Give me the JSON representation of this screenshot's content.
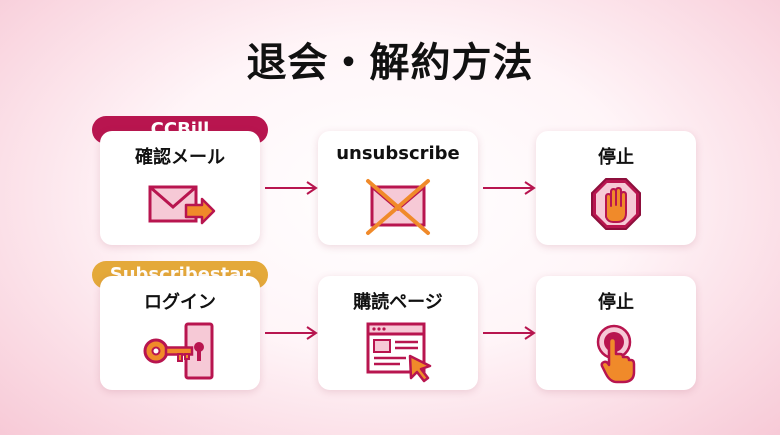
{
  "title": "退会・解約方法",
  "colors": {
    "accent": "#b8154f",
    "accent_light": "#f6c9d6",
    "gold": "#e4a93a",
    "orange": "#f08a2a"
  },
  "rows": [
    {
      "badge": "CCBill",
      "steps": [
        {
          "label": "確認メール",
          "icon": "mail-send-icon"
        },
        {
          "label": "unsubscribe",
          "icon": "mail-cross-icon"
        },
        {
          "label": "停止",
          "icon": "stop-hand-icon"
        }
      ]
    },
    {
      "badge": "Subscribestar",
      "steps": [
        {
          "label": "ログイン",
          "icon": "key-lock-icon"
        },
        {
          "label": "購読ページ",
          "icon": "browser-cursor-icon"
        },
        {
          "label": "停止",
          "icon": "press-button-icon"
        }
      ]
    }
  ]
}
